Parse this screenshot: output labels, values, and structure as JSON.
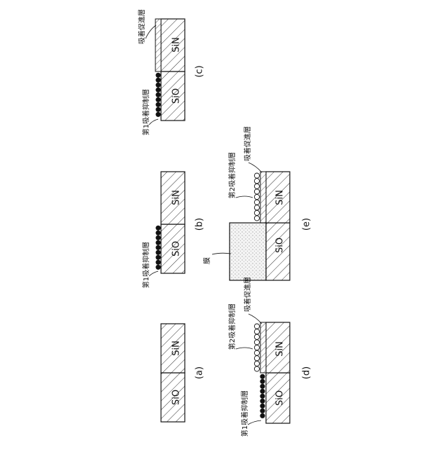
{
  "panels": {
    "a": {
      "caption": "(a)",
      "materials": {
        "sio": "SiO",
        "sin": "SiN"
      }
    },
    "b": {
      "caption": "(b)",
      "materials": {
        "sio": "SiO",
        "sin": "SiN"
      },
      "labels": {
        "first_inhibit": "第1吸着抑制層"
      }
    },
    "c": {
      "caption": "(c)",
      "materials": {
        "sio": "SiO",
        "sin": "SiN"
      },
      "labels": {
        "first_inhibit": "第1吸着抑制層",
        "promote": "吸着促進層"
      }
    },
    "d": {
      "caption": "(d)",
      "materials": {
        "sio": "SiO",
        "sin": "SiN"
      },
      "labels": {
        "first_inhibit": "第1吸着抑制層",
        "second_inhibit": "第2吸着抑制層",
        "promote": "吸着促進層"
      }
    },
    "e": {
      "caption": "(e)",
      "materials": {
        "sio": "SiO",
        "sin": "SiN"
      },
      "labels": {
        "film": "膜",
        "second_inhibit": "第2吸着抑制層",
        "promote": "吸着促進層"
      }
    }
  }
}
